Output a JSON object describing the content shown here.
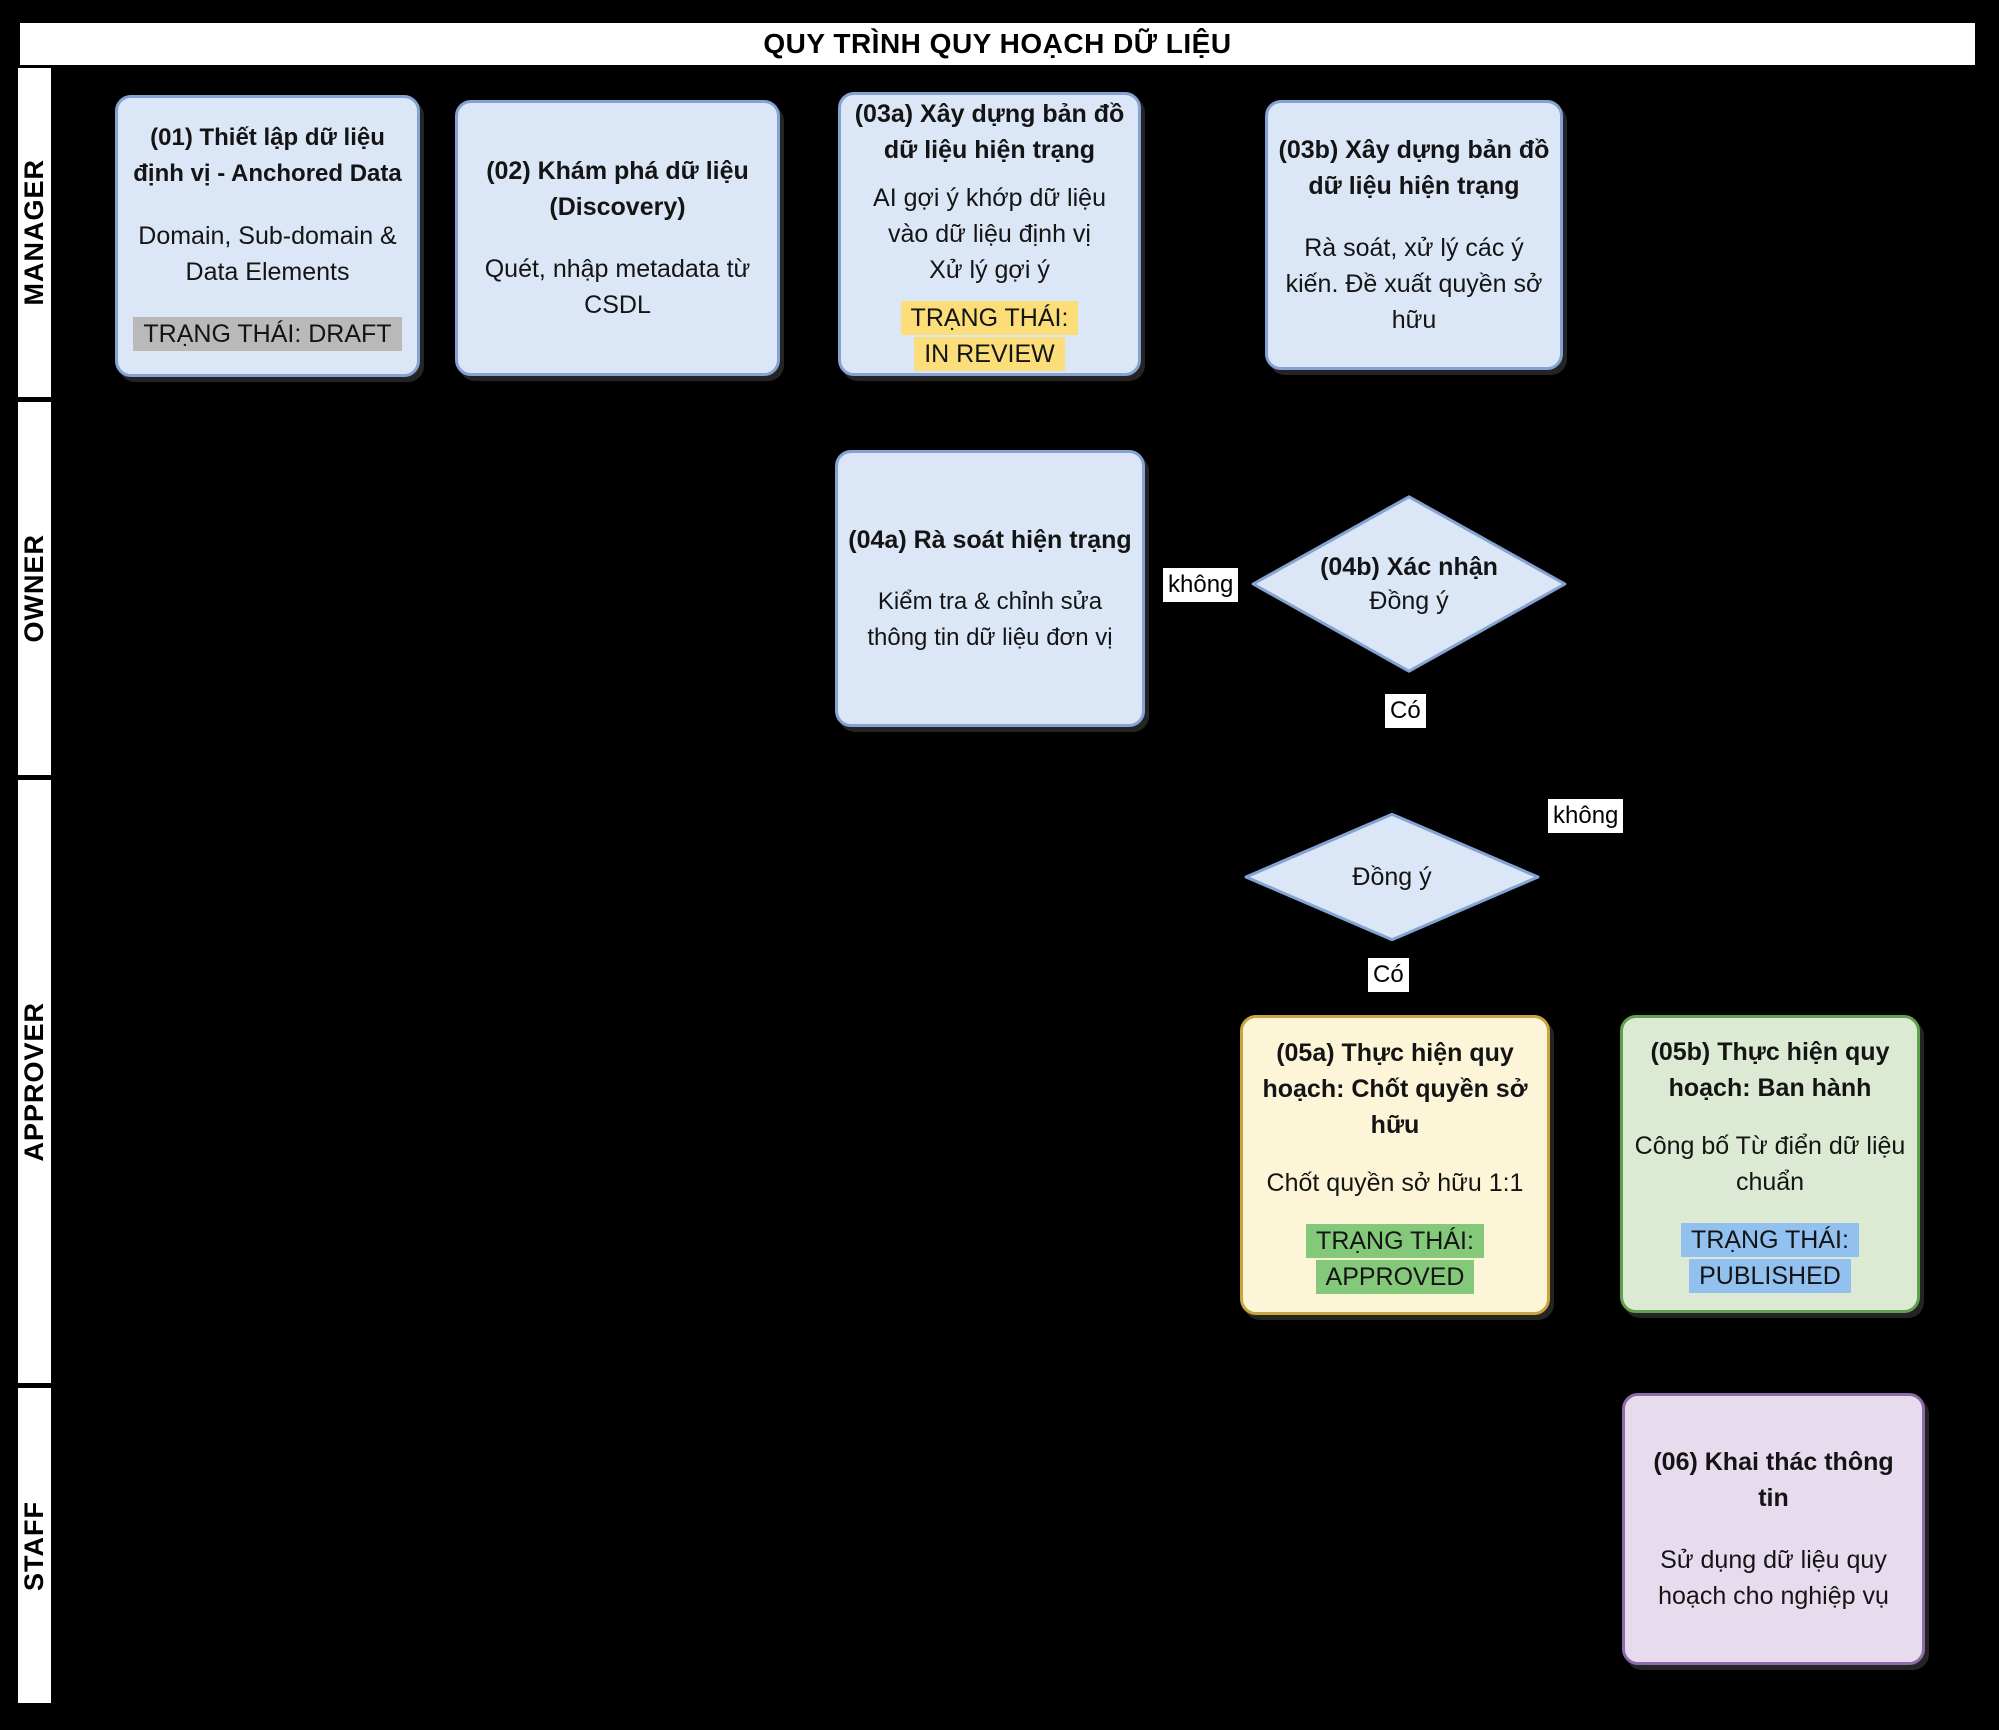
{
  "header": {
    "title": "QUY TRÌNH QUY HOẠCH DỮ LIỆU"
  },
  "lanes": [
    {
      "label": "MANAGER"
    },
    {
      "label": "OWNER"
    },
    {
      "label": "APPROVER"
    },
    {
      "label": "STAFF"
    }
  ],
  "nodes": {
    "n01": {
      "title": "(01) Thiết lập dữ liệu định vị - Anchored Data",
      "body": "Domain, Sub-domain & Data Elements",
      "status": "TRẠNG THÁI: DRAFT"
    },
    "n02": {
      "title": "(02) Khám phá dữ liệu (Discovery)",
      "body": "Quét, nhập metadata từ CSDL"
    },
    "n03a": {
      "title": "(03a) Xây dựng bản đồ dữ liệu hiện trạng",
      "body": "AI gợi ý khớp dữ liệu vào dữ liệu định vị\nXử lý gợi ý",
      "status": "TRẠNG THÁI:\nIN REVIEW"
    },
    "n03b": {
      "title": "(03b) Xây dựng bản đồ dữ liệu hiện trạng",
      "body": "Rà soát, xử lý các ý kiến. Đề xuất quyền sở hữu"
    },
    "n04a": {
      "title": "(04a) Rà soát hiện trạng",
      "body": "Kiểm tra & chỉnh sửa thông tin dữ liệu đơn vị"
    },
    "d04b": {
      "title": "(04b) Xác nhận",
      "body": "Đồng ý"
    },
    "d05": {
      "body": "Đồng ý"
    },
    "n05a": {
      "title": "(05a) Thực hiện quy hoạch: Chốt quyền sở hữu",
      "body": "Chốt quyền sở hữu 1:1",
      "status": "TRẠNG THÁI:\nAPPROVED"
    },
    "n05b": {
      "title": "(05b) Thực hiện quy hoạch: Ban hành",
      "body": "Công bố Từ điển dữ liệu chuẩn",
      "status": "TRẠNG THÁI:\nPUBLISHED"
    },
    "n06": {
      "title": "(06) Khai thác thông tin",
      "body": "Sử dụng dữ liệu quy hoạch cho nghiệp vụ"
    }
  },
  "edge_labels": {
    "no1": "không",
    "yes1": "Có",
    "no2": "không",
    "yes2": "Có"
  },
  "colors": {
    "page-bg": "#000000",
    "lane-bg": "#ffffff",
    "blue-fill": "#dbe6f6",
    "blue-border": "#84a3d3",
    "yellow-fill": "#fdf5d7",
    "yellow-border": "#c9a53f",
    "green-fill": "#dcead3",
    "green-border": "#61a04c",
    "purple-fill": "#e7dcee",
    "purple-border": "#8d6cab",
    "hl-gray": "#b9b9b9",
    "hl-yellow": "#fbde79",
    "hl-green": "#84c979",
    "hl-blue": "#92c1f0"
  }
}
